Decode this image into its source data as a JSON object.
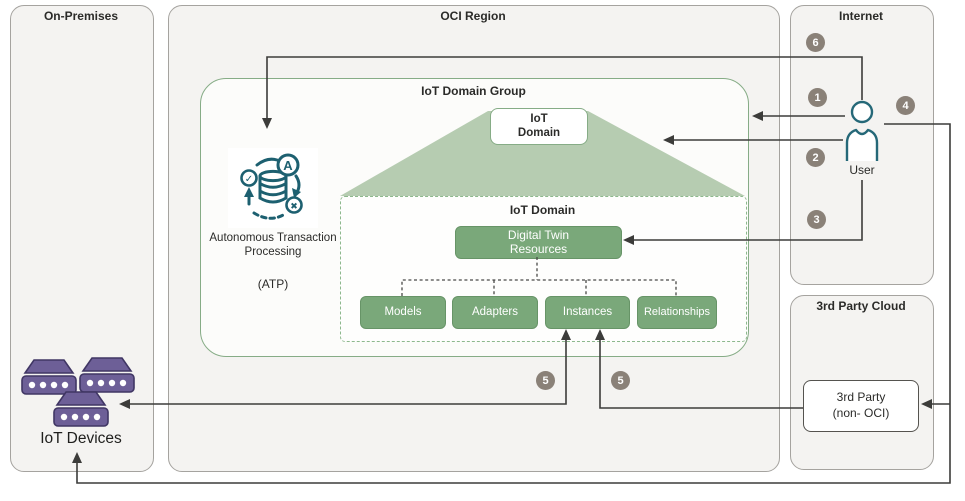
{
  "colors": {
    "green": "#7aa87a",
    "green-border": "#679467",
    "trapezoid": "#b6ccb1",
    "group-border": "#86ac86",
    "panel-bg": "#f4f3f1",
    "panel-border": "#a5a39f",
    "purple": "#6d5f97",
    "purple-dark": "#403664",
    "teal": "#1d6070",
    "badge": "#8a8178",
    "line": "#3c3c3a",
    "text": "#2b2b29"
  },
  "panels": {
    "on_premises": {
      "title": "On-Premises",
      "devices_label": "IoT Devices"
    },
    "oci_region": {
      "title": "OCI Region"
    },
    "internet": {
      "title": "Internet",
      "user_label": "User"
    },
    "third_party_cloud": {
      "title": "3rd Party Cloud",
      "node_line1": "3rd Party",
      "node_line2": "(non- OCI)"
    }
  },
  "oci": {
    "domain_group_title": "IoT Domain Group",
    "domain_box_label": "IoT Domain",
    "atp_label": "Autonomous Transaction Processing",
    "atp_abbr": "(ATP)",
    "inner_domain_title": "IoT Domain",
    "digital_twin_label": "Digital Twin Resources",
    "children": [
      "Models",
      "Adapters",
      "Instances",
      "Relationships"
    ]
  },
  "badges": {
    "b6": "6",
    "b1": "1",
    "b2": "2",
    "b3": "3",
    "b4": "4",
    "b5a": "5",
    "b5b": "5"
  }
}
